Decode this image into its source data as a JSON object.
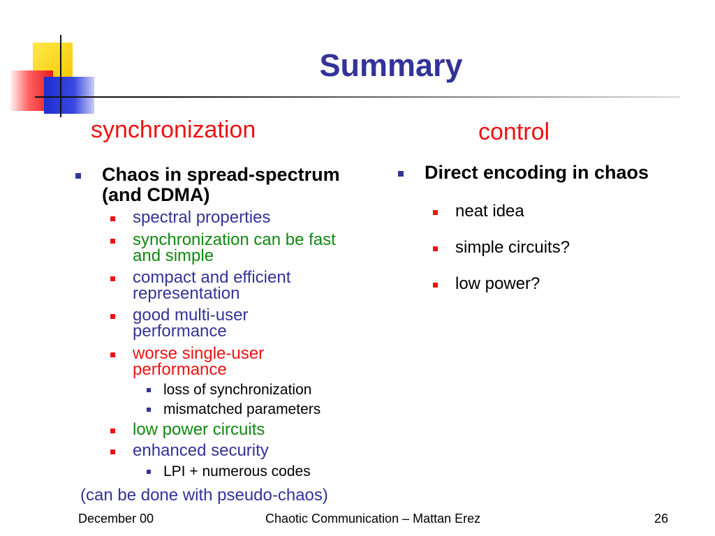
{
  "title": "Summary",
  "left": {
    "heading": "synchronization",
    "bullet": "Chaos in spread-spectrum (and CDMA)",
    "items": [
      {
        "text": "spectral properties",
        "color": "#333399"
      },
      {
        "text": "synchronization can be fast and simple",
        "color": "#118811"
      },
      {
        "text": "compact and efficient representation",
        "color": "#333399"
      },
      {
        "text": "good multi-user performance",
        "color": "#333399"
      },
      {
        "text": "worse single-user performance",
        "color": "#ee1111",
        "sub": [
          "loss of synchronization",
          "mismatched parameters"
        ]
      },
      {
        "text": "low power circuits",
        "color": "#118811"
      },
      {
        "text": "enhanced security",
        "color": "#333399",
        "sub": [
          "LPI + numerous codes"
        ]
      }
    ],
    "note": "(can be done with pseudo-chaos)"
  },
  "right": {
    "heading": "control",
    "bullet": "Direct encoding in chaos",
    "items": [
      "neat idea",
      "simple circuits?",
      "low power?"
    ]
  },
  "footer": {
    "left": "December 00",
    "center": "Chaotic Communication – Mattan Erez",
    "right": "26"
  },
  "colors": {
    "title": "#333399",
    "heading": "#ee1111",
    "bullet_l1": "#333399",
    "bullet_l2": "#ee1111"
  }
}
